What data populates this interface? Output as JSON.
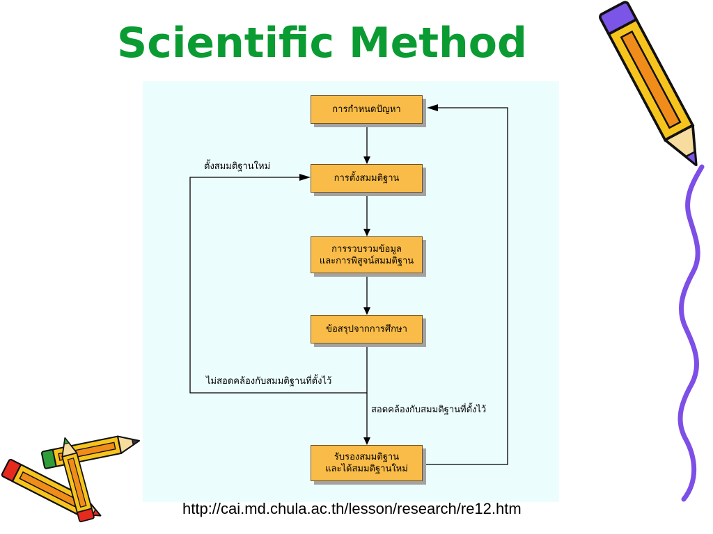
{
  "slide": {
    "title": "Scientific Method",
    "source_url": "http://cai.md.chula.ac.th/lesson/research/re12.htm"
  },
  "diagram": {
    "steps": [
      {
        "lines": [
          "การกำหนดปัญหา"
        ]
      },
      {
        "lines": [
          "การตั้งสมมติฐาน"
        ]
      },
      {
        "lines": [
          "การรวบรวมข้อมูล",
          "และการพิสูจน์สมมติฐาน"
        ]
      },
      {
        "lines": [
          "ข้อสรุปจากการศึกษา"
        ]
      },
      {
        "lines": [
          "รับรองสมมติฐาน",
          "และได้สมมติฐานใหม่"
        ]
      }
    ],
    "edge_labels": {
      "new_hypothesis": "ตั้งสมมติฐานใหม่",
      "not_consistent": "ไม่สอดคล้องกับสมมติฐานที่ตั้งไว้",
      "consistent": "สอดคล้องกับสมมติฐานที่ตั้งไว้"
    }
  },
  "colors": {
    "title": "#0a9b32",
    "panel": "#ecfdfd",
    "box_fill": "#f9bc48",
    "box_shadow": "#a3a3a3",
    "connector": "#000000",
    "squiggle": "#7d4fe6"
  },
  "icons": {
    "top_right": "pencil-icon",
    "bottom_left": "pencil-icon",
    "right_edge": "squiggle-icon"
  }
}
